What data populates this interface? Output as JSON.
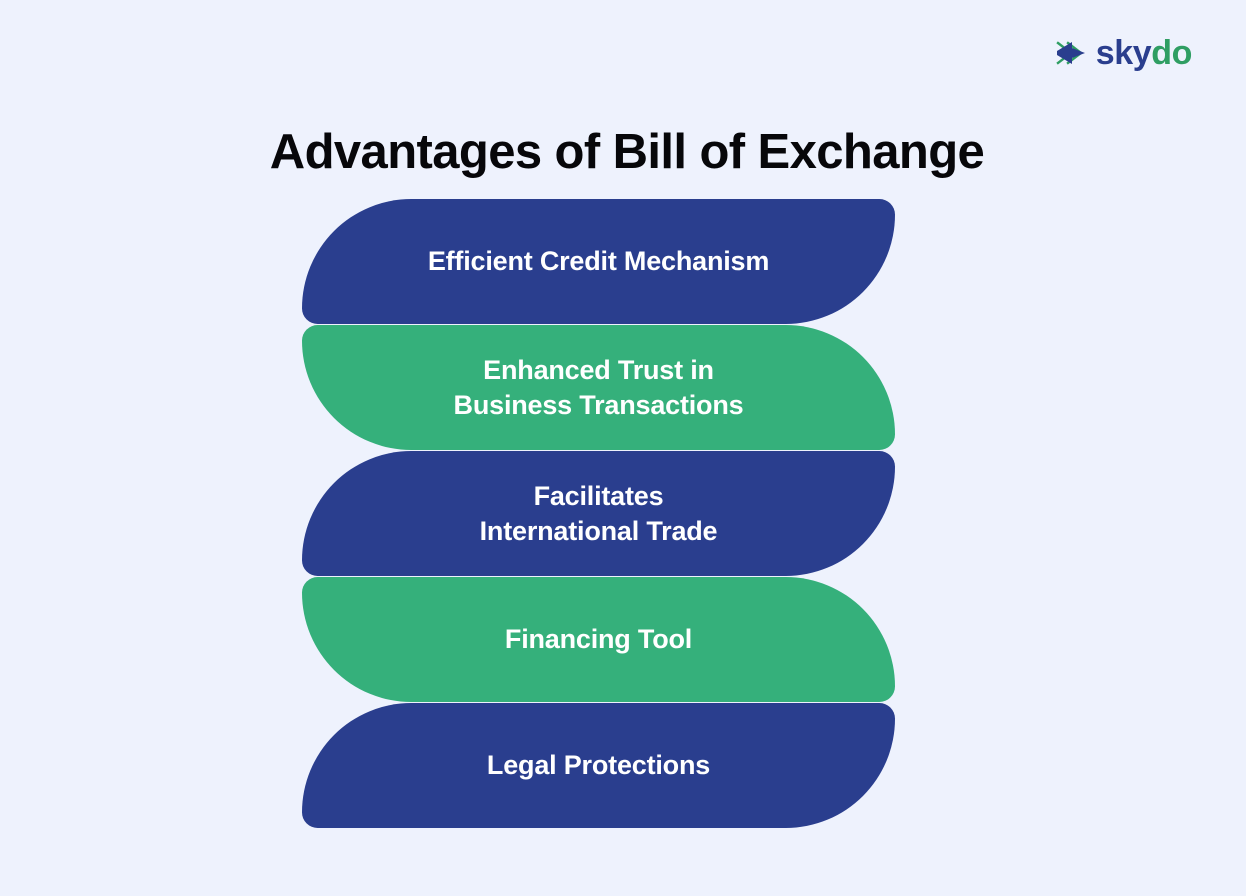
{
  "brand": {
    "mark_icon": "skydo-chevron-icon",
    "name_part_1": "sky",
    "name_part_2": "do",
    "color_blue": "#2a3e8e",
    "color_green": "#2f9e63"
  },
  "page": {
    "title": "Advantages of Bill of Exchange",
    "background_color": "#eef2fd",
    "title_color": "#07070a"
  },
  "colors": {
    "blue": "#2a3e8e",
    "green": "#35b07b",
    "text_on_bar": "#ffffff"
  },
  "advantages": [
    {
      "label": "Efficient Credit Mechanism",
      "color": "blue",
      "lines": 1
    },
    {
      "label": "Enhanced Trust in\nBusiness Transactions",
      "color": "green",
      "lines": 2
    },
    {
      "label": "Facilitates\nInternational Trade",
      "color": "blue",
      "lines": 2
    },
    {
      "label": "Financing Tool",
      "color": "green",
      "lines": 1
    },
    {
      "label": "Legal Protections",
      "color": "blue",
      "lines": 1
    }
  ]
}
